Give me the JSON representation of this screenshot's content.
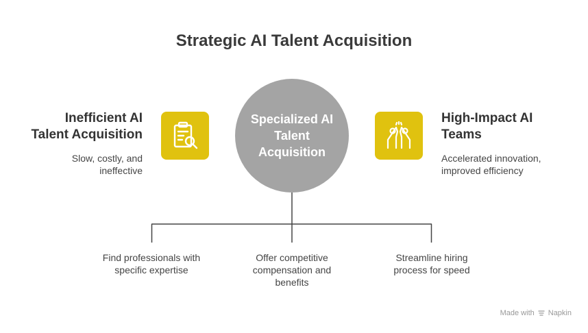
{
  "title": "Strategic AI Talent Acquisition",
  "center": {
    "line1": "Specialized AI",
    "line2": "Talent",
    "line3": "Acquisition"
  },
  "left": {
    "heading_line1": "Inefficient AI",
    "heading_line2": "Talent Acquisition",
    "desc_line1": "Slow, costly, and",
    "desc_line2": "ineffective",
    "icon": "clipboard-search-icon"
  },
  "right": {
    "heading_line1": "High-Impact AI",
    "heading_line2": "Teams",
    "desc_line1": "Accelerated innovation,",
    "desc_line2": "improved efficiency",
    "icon": "high-five-icon"
  },
  "branches": [
    {
      "line1": "Find professionals with",
      "line2": "specific expertise",
      "line3": ""
    },
    {
      "line1": "Offer competitive",
      "line2": "compensation and",
      "line3": "benefits"
    },
    {
      "line1": "Streamline hiring",
      "line2": "process for speed",
      "line3": ""
    }
  ],
  "footer": {
    "made_with": "Made with",
    "brand": "Napkin"
  },
  "colors": {
    "accent": "#e0c20f",
    "circle": "#a4a4a4",
    "line": "#444444"
  }
}
